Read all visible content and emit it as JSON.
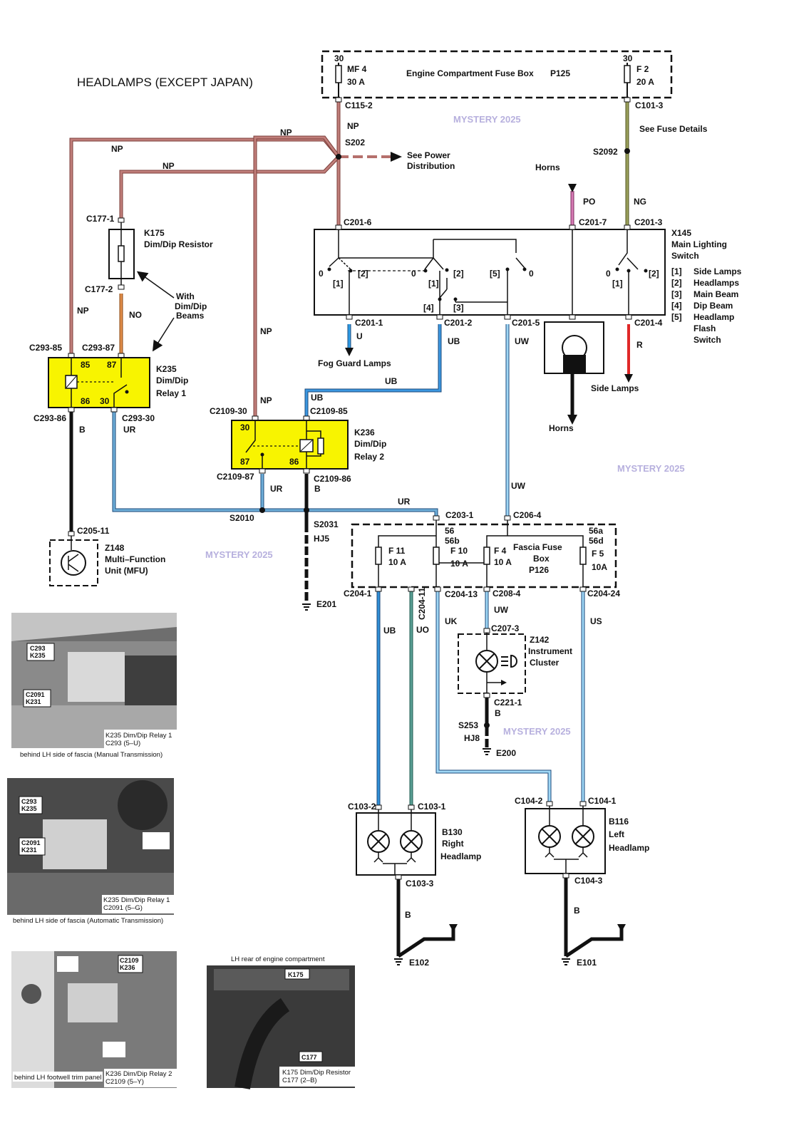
{
  "title": "HEADLAMPS (EXCEPT JAPAN)",
  "watermark": "MYSTERY 2025",
  "colors": {
    "NP": "#b5706c",
    "NO": "#d9803a",
    "NG": "#8d9150",
    "PO": "#c76aa0",
    "blue": "#2f8fd6",
    "light_blue": "#7fc7ee",
    "black": "#111111",
    "red": "#e02828",
    "relay_fill": "#f8f400"
  },
  "fusebox_engine": {
    "name": "Engine Compartment Fuse Box",
    "code": "P125",
    "fuse_left": {
      "pin": "30",
      "name": "MF 4",
      "rating": "30 A",
      "connector": "C115-2"
    },
    "fuse_right": {
      "pin": "30",
      "name": "F 2",
      "rating": "20 A",
      "connector": "C101-3"
    }
  },
  "wires": {
    "np": "NP",
    "no": "NO",
    "ng": "NG",
    "po": "PO",
    "u": "U",
    "ub": "UB",
    "uw": "UW",
    "r": "R",
    "b": "B",
    "ur": "UR",
    "uo": "UO",
    "uk": "UK",
    "us": "US",
    "hj5": "HJ5",
    "hj8": "HJ8"
  },
  "splices": {
    "s202": "S202",
    "s2092": "S2092",
    "s2010": "S2010",
    "s2031": "S2031",
    "s253": "S253"
  },
  "notes": {
    "see_power": "See Power",
    "distribution": "Distribution",
    "see_fuse": "See Fuse Details",
    "horns": "Horns",
    "fog": "Fog Guard Lamps",
    "side_lamps": "Side Lamps",
    "with": "With",
    "dim_dip": "Dim/Dip",
    "beams": "Beams"
  },
  "k175": {
    "code": "K175",
    "name": "Dim/Dip Resistor",
    "c_top": "C177-1",
    "c_bot": "C177-2"
  },
  "k235": {
    "code": "K235",
    "line1": "Dim/Dip",
    "line2": "Relay 1",
    "c85": "C293-85",
    "c87": "C293-87",
    "c86": "C293-86",
    "c30": "C293-30",
    "p85": "85",
    "p87": "87",
    "p86": "86",
    "p30": "30"
  },
  "k236": {
    "code": "K236",
    "line1": "Dim/Dip",
    "line2": "Relay 2",
    "c30": "C2109-30",
    "c85": "C2109-85",
    "c87": "C2109-87",
    "c86": "C2109-86",
    "p30": "30",
    "p87": "87",
    "p86": "86"
  },
  "x145": {
    "code": "X145",
    "line1": "Main Lighting",
    "line2": "Switch",
    "c6": "C201-6",
    "c7": "C201-7",
    "c3": "C201-3",
    "c1": "C201-1",
    "c2": "C201-2",
    "c5": "C201-5",
    "c4": "C201-4",
    "pos0": "0",
    "pos1": "[1]",
    "pos2": "[2]",
    "pos3": "[3]",
    "pos4": "[4]",
    "pos5": "[5]",
    "legend": [
      {
        "k": "[1]",
        "v": "Side Lamps"
      },
      {
        "k": "[2]",
        "v": "Headlamps"
      },
      {
        "k": "[3]",
        "v": "Main Beam"
      },
      {
        "k": "[4]",
        "v": "Dip Beam"
      },
      {
        "k": "[5]",
        "v": "Headlamp"
      },
      {
        "k": "",
        "v": "Flash"
      },
      {
        "k": "",
        "v": "Switch"
      }
    ]
  },
  "z148": {
    "code": "Z148",
    "line1": "Multi–Function",
    "line2": "Unit (MFU)",
    "conn": "C205-11"
  },
  "fascia": {
    "line1": "Fascia Fuse",
    "line2": "Box",
    "code": "P126",
    "c_in1": "C203-1",
    "c_in2": "C206-4",
    "p56": "56",
    "p56b": "56b",
    "p56a": "56a",
    "p56d": "56d",
    "f11": "F 11",
    "f11r": "10 A",
    "f10": "F 10",
    "f10r": "10 A",
    "f4": "F 4",
    "f4r": "10 A",
    "f5": "F 5",
    "f5r": "10A",
    "o1": "C204-1",
    "o11": "C204-11",
    "o13": "C204-13",
    "o84": "C208-4",
    "o24": "C204-24"
  },
  "z142": {
    "code": "Z142",
    "line1": "Instrument",
    "line2": "Cluster",
    "c_top": "C207-3",
    "c_bot": "C221-1"
  },
  "b130": {
    "code": "B130",
    "line1": "Right",
    "line2": "Headlamp",
    "c2": "C103-2",
    "c1": "C103-1",
    "c3": "C103-3"
  },
  "b116": {
    "code": "B116",
    "line1": "Left",
    "line2": "Headlamp",
    "c2": "C104-2",
    "c1": "C104-1",
    "c3": "C104-3"
  },
  "grounds": {
    "e201": "E201",
    "e200": "E200",
    "e102": "E102",
    "e101": "E101"
  },
  "photos": [
    {
      "tags": [
        [
          "C293",
          "K235"
        ],
        [
          "C2091",
          "K231"
        ]
      ],
      "cap1": "K235 Dim/Dip Relay 1",
      "cap2": "C293 (5–U)",
      "below": "behind LH side of fascia (Manual Transmission)"
    },
    {
      "tags": [
        [
          "C293",
          "K235"
        ],
        [
          "C2091",
          "K231"
        ]
      ],
      "cap1": "K235 Dim/Dip Relay 1",
      "cap2": "C2091 (5–G)",
      "below": "behind LH side of fascia (Automatic Transmission)"
    },
    {
      "tags": [
        [
          "C2109",
          "K236"
        ]
      ],
      "cap1": "K236 Dim/Dip Relay 2",
      "cap2": "C2109 (5–Y)",
      "left": "behind LH footwell trim panel"
    },
    {
      "tags": [
        [
          "K175"
        ],
        [
          "C177"
        ]
      ],
      "head": "LH rear of engine compartment",
      "cap1": "K175 Dim/Dip Resistor",
      "cap2": "C177 (2–B)"
    }
  ]
}
